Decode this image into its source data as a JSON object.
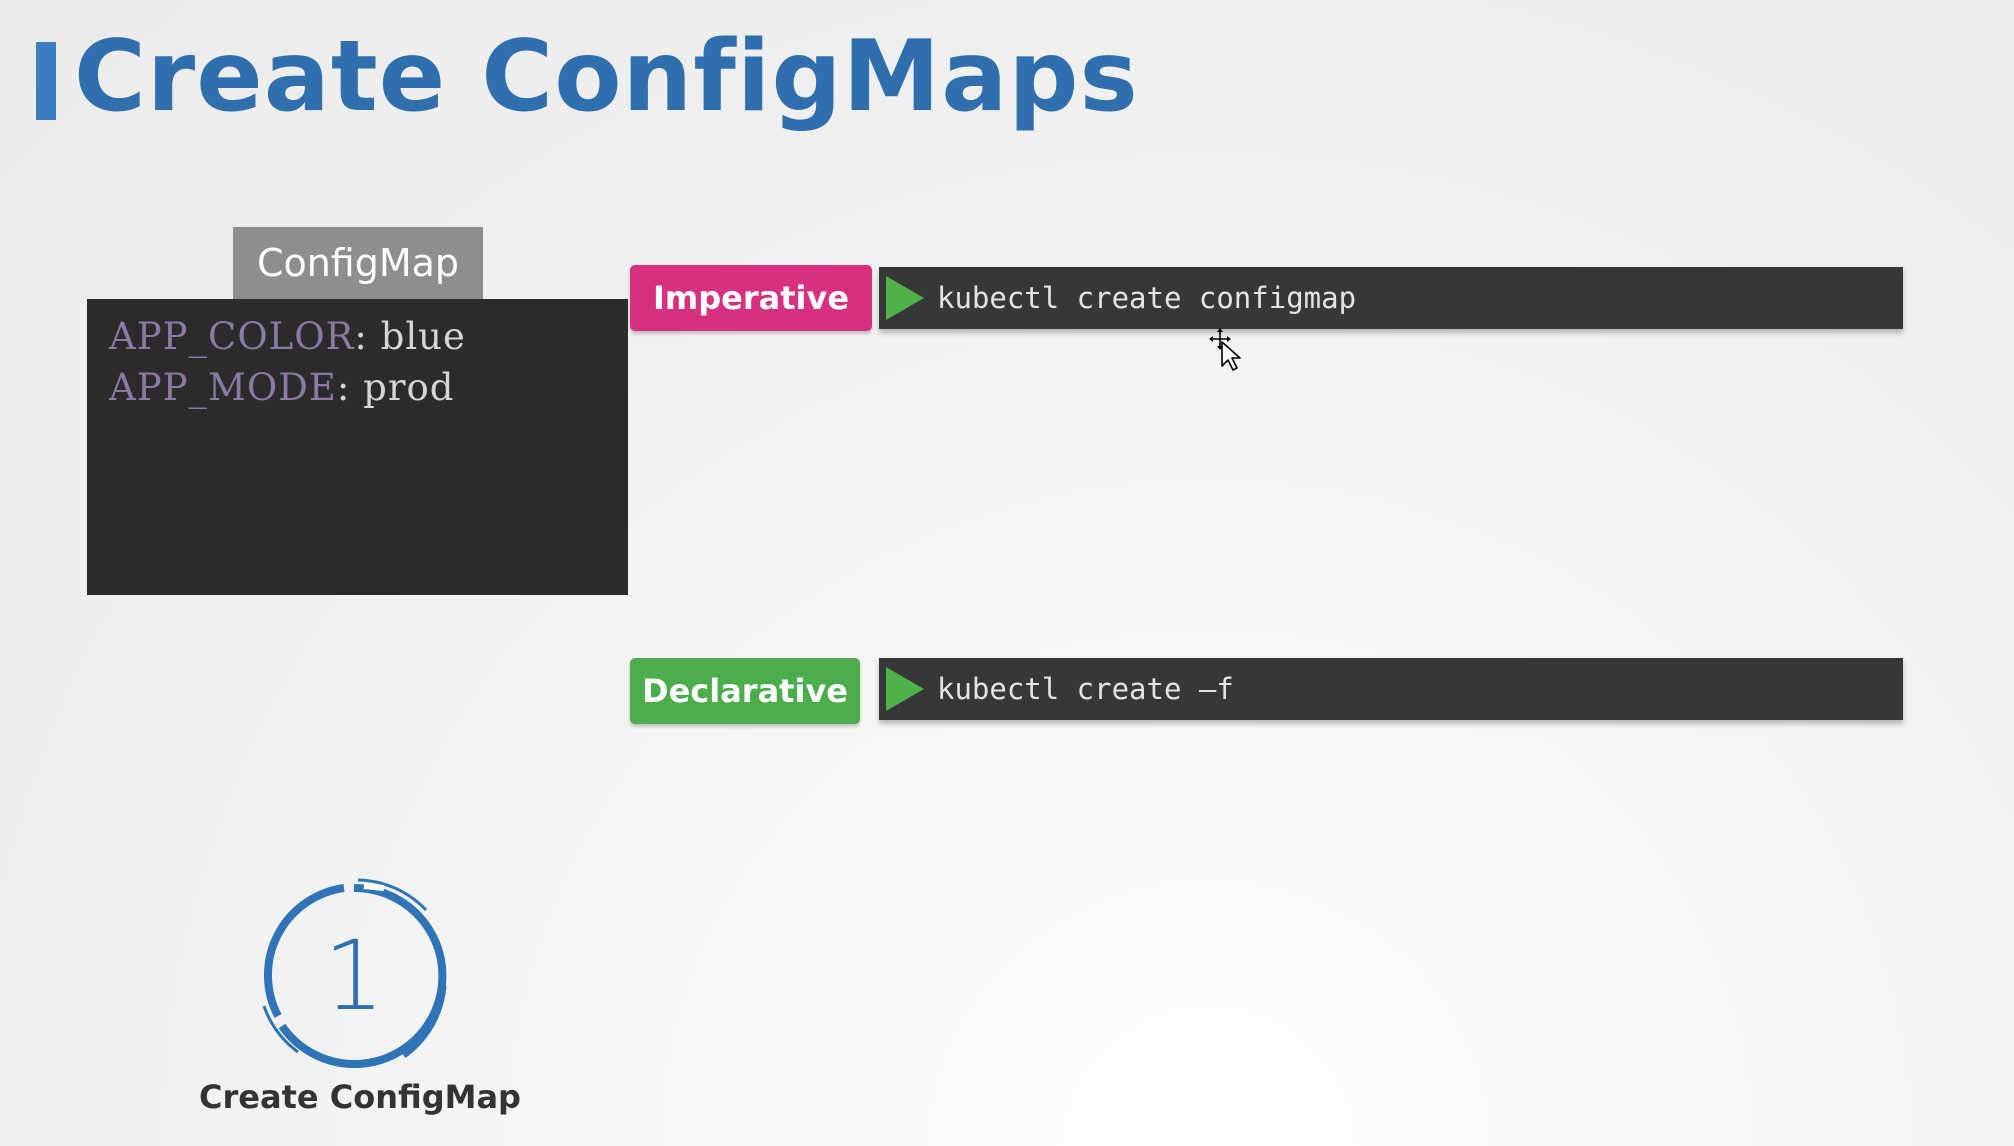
{
  "title": "Create ConfigMaps",
  "configmap": {
    "tab_label": "ConfigMap",
    "entries": [
      {
        "key": "APP_COLOR",
        "separator": ":",
        "value": "blue"
      },
      {
        "key": "APP_MODE",
        "separator": ":",
        "value": "prod"
      }
    ]
  },
  "imperative": {
    "label": "Imperative",
    "command": "kubectl create configmap"
  },
  "declarative": {
    "label": "Declarative",
    "command": "kubectl create –f"
  },
  "step": {
    "number": "1",
    "label": "Create ConfigMap"
  },
  "colors": {
    "title": "#2f6fae",
    "imperative": "#d6307e",
    "declarative": "#4cad4c",
    "play": "#4fb248",
    "command_bg": "#373737"
  },
  "icons": {
    "play": "play-icon",
    "cursor": "move-cursor-icon"
  }
}
